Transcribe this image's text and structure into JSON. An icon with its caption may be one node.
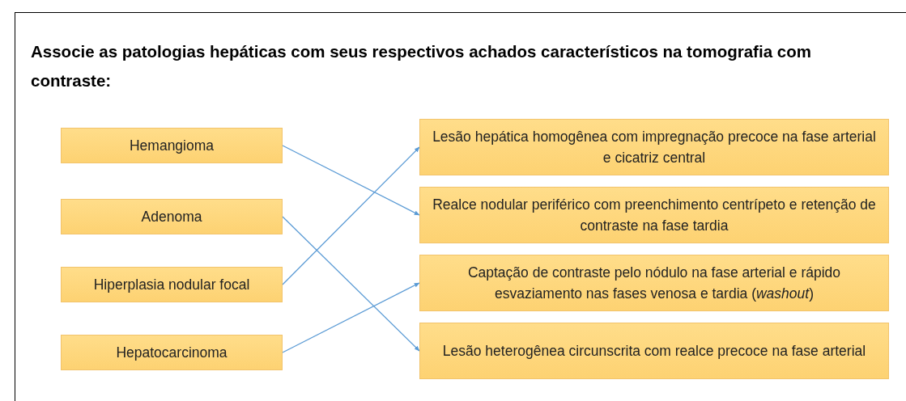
{
  "diagram": {
    "title": "Associe as patologias hepáticas com seus respectivos achados característicos na tomografia com contraste:",
    "nodes": [
      {
        "text": [
          "Hemangioma"
        ]
      },
      {
        "text": [
          "Adenoma"
        ]
      },
      {
        "text": [
          "Hiperplasia nodular focal"
        ]
      },
      {
        "text": [
          "Hepatocarcinoma"
        ]
      },
      {
        "text": [
          "Lesão hepática homogênea com impregnação precoce na fase arterial e cicatriz central"
        ]
      },
      {
        "text": [
          "Realce nodular periférico com preenchimento centrípeto e retenção de contraste na fase tardia"
        ]
      },
      {
        "text": [
          "Captação de contraste pelo nódulo na fase arterial e rápido esvaziamento nas fases venosa e tardia (*washout*)"
        ]
      },
      {
        "text": [
          "Lesão heterogênea circunscrita com realce precoce na fase arterial"
        ]
      }
    ],
    "edges": [
      {
        "from": 0,
        "to": 5,
        "arrow": "to"
      },
      {
        "from": 1,
        "to": 7,
        "arrow": "to"
      },
      {
        "from": 2,
        "to": 4,
        "arrow": "to"
      },
      {
        "from": 3,
        "to": 6,
        "arrow": "to"
      }
    ]
  }
}
